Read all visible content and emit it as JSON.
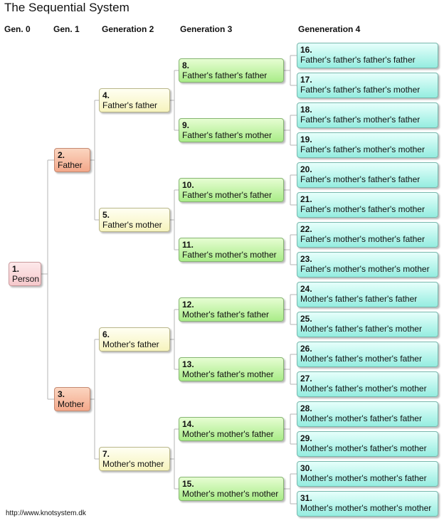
{
  "title": "The Sequential System",
  "headers": [
    "Gen. 0",
    "Gen. 1",
    "Generation 2",
    "Generation 3",
    "Geneneration 4"
  ],
  "footer": "http://www.knotsystem.dk",
  "colors": {
    "gen0": "#f6c9cc",
    "gen1": "#f3a88a",
    "gen2": "#f6f3bd",
    "gen3": "#a9ec88",
    "gen4": "#95ede0",
    "connector": "#b5b5b5"
  },
  "nodes": [
    {
      "num": "1.",
      "label": "Person"
    },
    {
      "num": "2.",
      "label": "Father"
    },
    {
      "num": "3.",
      "label": "Mother"
    },
    {
      "num": "4.",
      "label": "Father's father"
    },
    {
      "num": "5.",
      "label": "Father's mother"
    },
    {
      "num": "6.",
      "label": "Mother's father"
    },
    {
      "num": "7.",
      "label": "Mother's mother"
    },
    {
      "num": "8.",
      "label": "Father's father's father"
    },
    {
      "num": "9.",
      "label": "Father's father's mother"
    },
    {
      "num": "10.",
      "label": "Father's mother's father"
    },
    {
      "num": "11.",
      "label": "Father's mother's mother"
    },
    {
      "num": "12.",
      "label": "Mother's father's father"
    },
    {
      "num": "13.",
      "label": "Mother's father's mother"
    },
    {
      "num": "14.",
      "label": "Mother's mother's father"
    },
    {
      "num": "15.",
      "label": "Mother's mother's mother"
    },
    {
      "num": "16.",
      "label": "Father's father's father's father"
    },
    {
      "num": "17.",
      "label": "Father's father's father's mother"
    },
    {
      "num": "18.",
      "label": "Father's father's mother's father"
    },
    {
      "num": "19.",
      "label": "Father's father's mother's mother"
    },
    {
      "num": "20.",
      "label": "Father's mother's father's father"
    },
    {
      "num": "21.",
      "label": "Father's mother's father's mother"
    },
    {
      "num": "22.",
      "label": "Father's mother's mother's father"
    },
    {
      "num": "23.",
      "label": "Father's mother's mother's mother"
    },
    {
      "num": "24.",
      "label": "Mother's father's father's father"
    },
    {
      "num": "25.",
      "label": "Mother's father's father's mother"
    },
    {
      "num": "26.",
      "label": "Mother's father's mother's father"
    },
    {
      "num": "27.",
      "label": "Mother's father's mother's mother"
    },
    {
      "num": "28.",
      "label": "Mother's mother's father's father"
    },
    {
      "num": "29.",
      "label": "Mother's mother's father's mother"
    },
    {
      "num": "30.",
      "label": "Mother's mother's mother's father"
    },
    {
      "num": "31.",
      "label": "Mother's mother's mother's mother"
    }
  ]
}
